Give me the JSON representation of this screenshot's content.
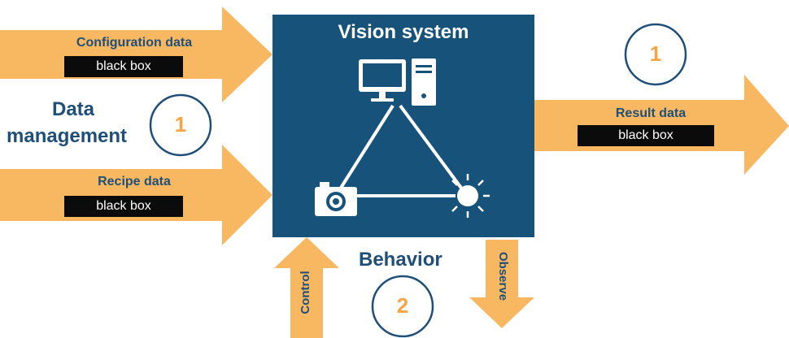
{
  "colors": {
    "arrow": "#f8b862",
    "system_box": "#17527a",
    "dark_text": "#1f4f79",
    "number_ring": "#1f4f79",
    "number_text": "#f5a544",
    "black_box": "#0b0b0b"
  },
  "vision_system": {
    "title": "Vision system",
    "icons": [
      "monitor-icon",
      "computer-tower-icon",
      "camera-icon",
      "light-icon"
    ]
  },
  "inputs": {
    "configuration": {
      "label": "Configuration data",
      "box": "black box"
    },
    "recipe": {
      "label": "Recipe data",
      "box": "black box"
    }
  },
  "output": {
    "label": "Result data",
    "box": "black box"
  },
  "data_management": {
    "line1": "Data",
    "line2": "management",
    "number": "1"
  },
  "result_number": "1",
  "behavior": {
    "title": "Behavior",
    "number": "2",
    "control_label": "Control",
    "observe_label": "Observe"
  }
}
